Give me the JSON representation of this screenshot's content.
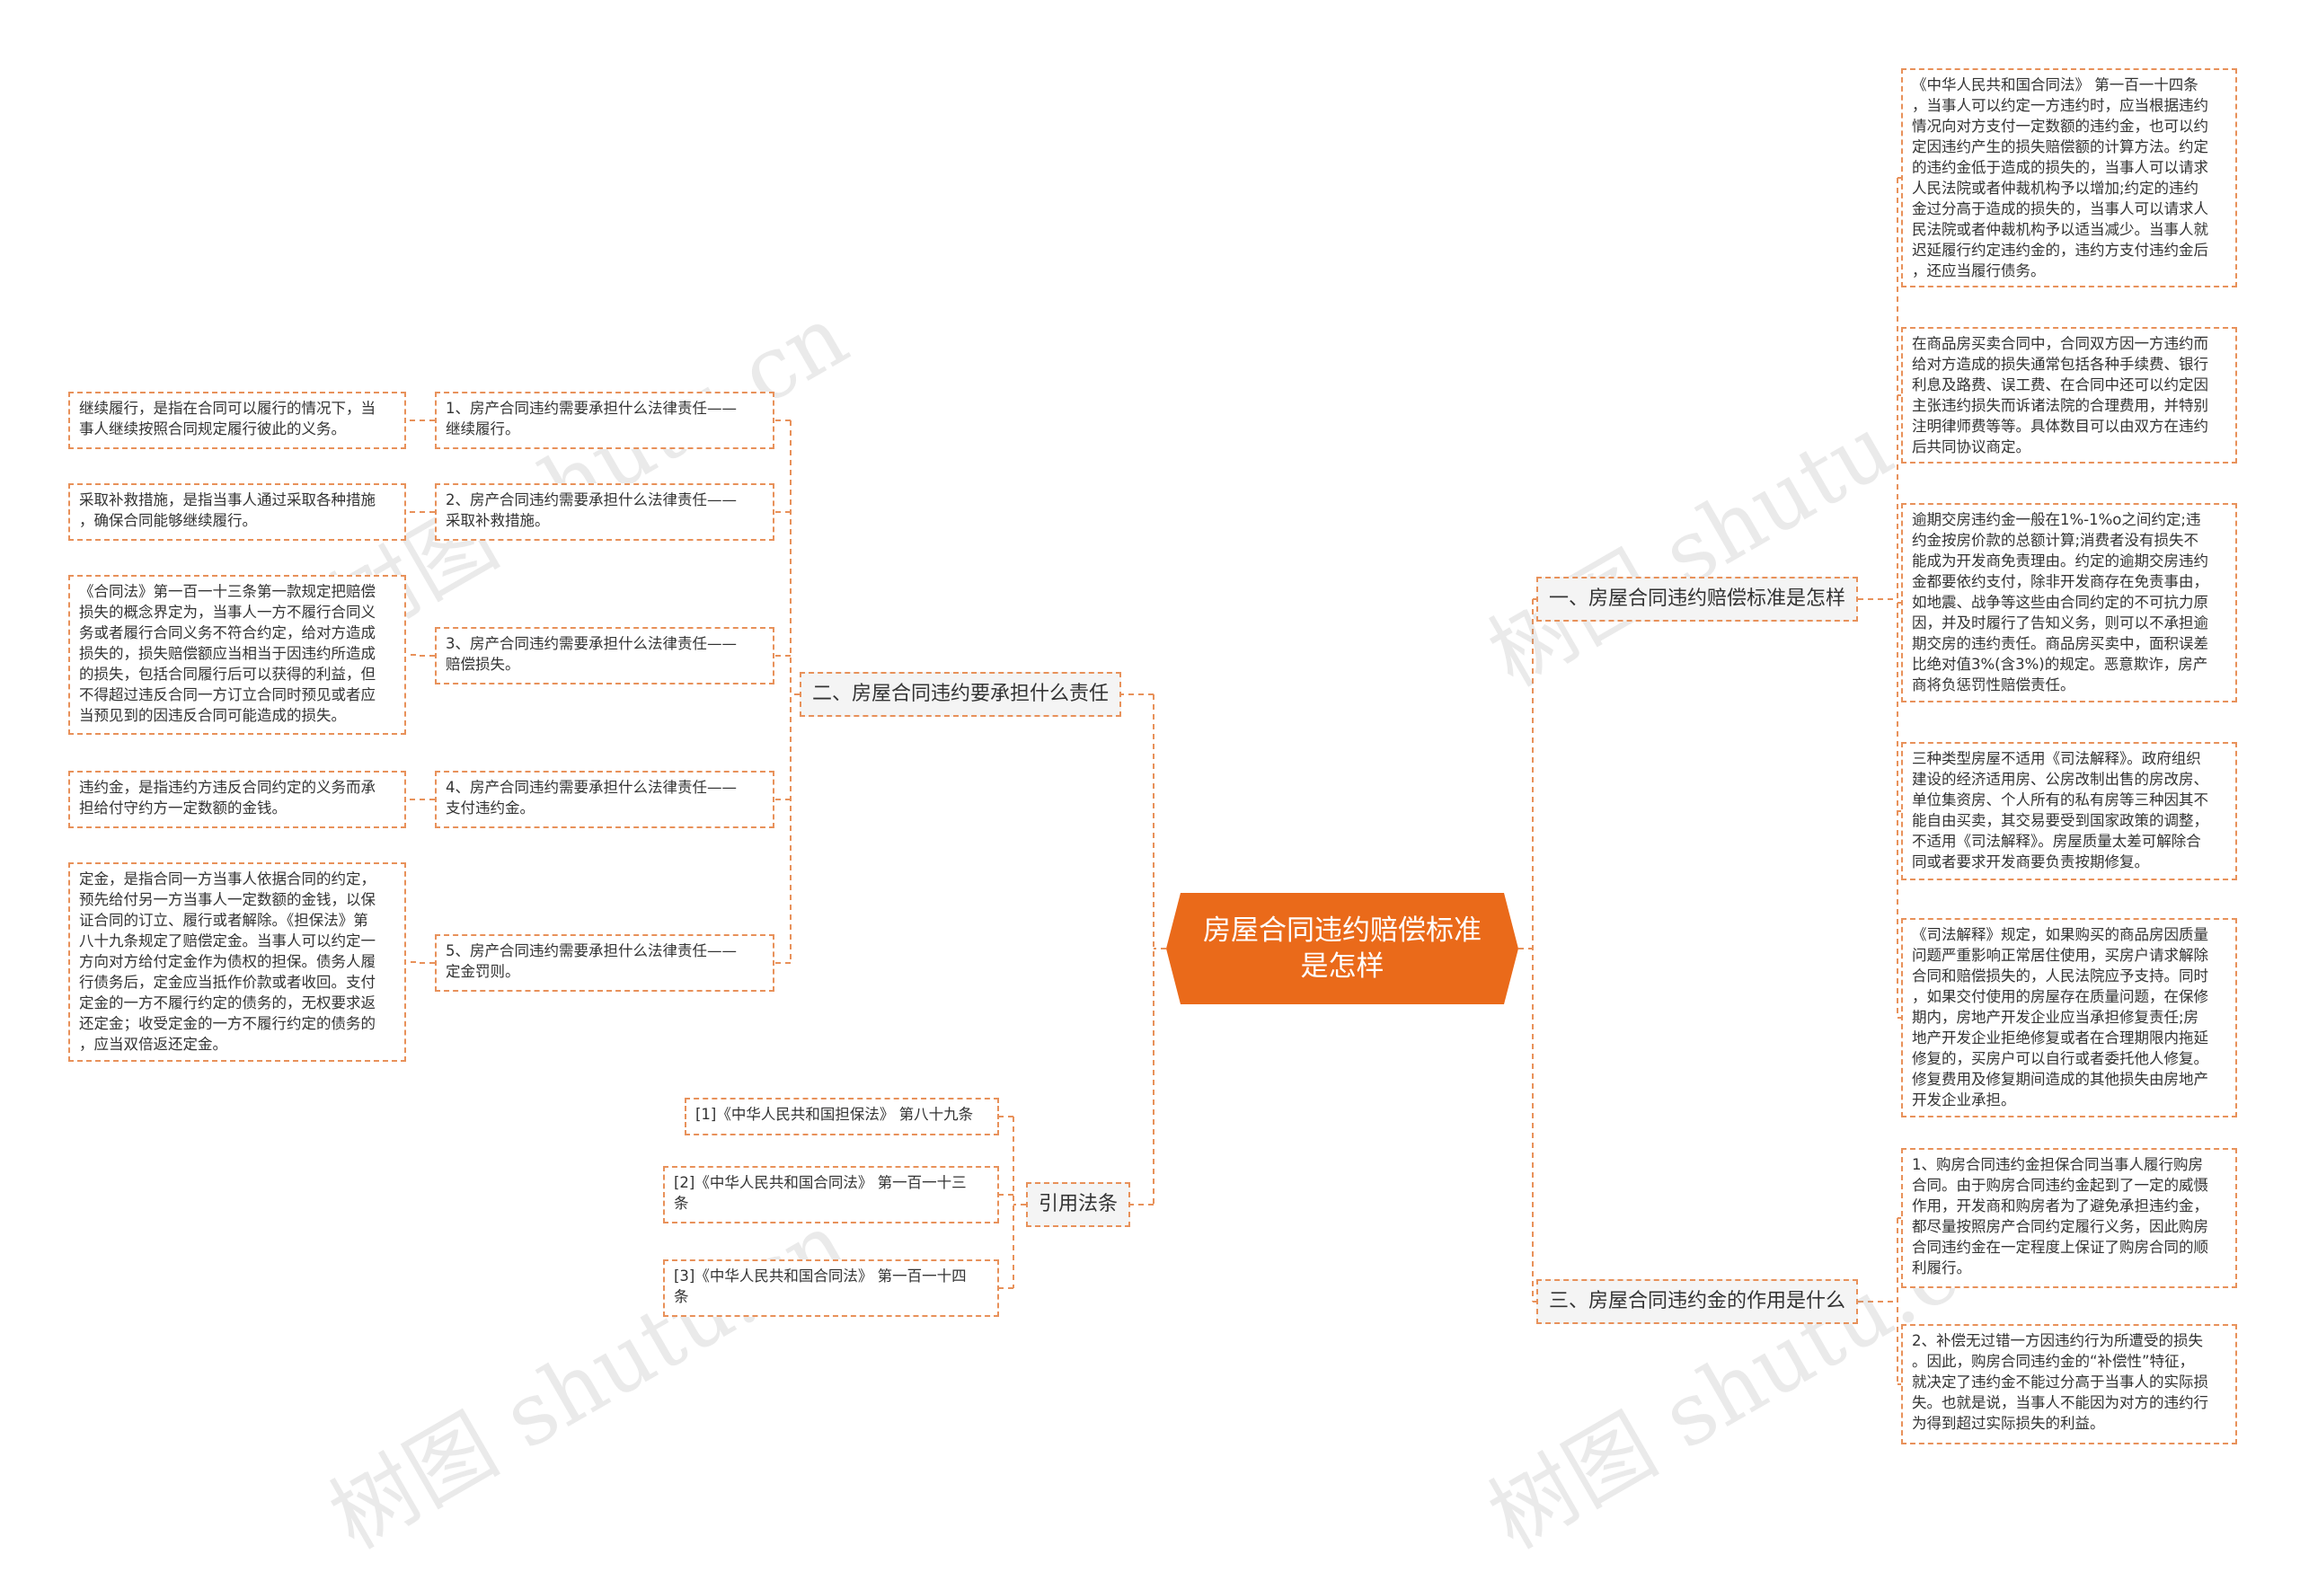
{
  "root": {
    "title": "房屋合同违约赔偿标准是怎样"
  },
  "watermark": "树图 shutu.cn",
  "branches": {
    "b1": {
      "label": "一、房屋合同违约赔偿标准是怎样"
    },
    "b2": {
      "label": "二、房屋合同违约要承担什么责任"
    },
    "b3": {
      "label": "三、房屋合同违约金的作用是什么"
    },
    "b4": {
      "label": "引用法条"
    }
  },
  "b1_leaves": [
    "《中华人民共和国合同法》 第一百一十四条\n，当事人可以约定一方违约时，应当根据违约\n情况向对方支付一定数额的违约金，也可以约\n定因违约产生的损失赔偿额的计算方法。约定\n的违约金低于造成的损失的，当事人可以请求\n人民法院或者仲裁机构予以增加;约定的违约\n金过分高于造成的损失的，当事人可以请求人\n民法院或者仲裁机构予以适当减少。当事人就\n迟延履行约定违约金的，违约方支付违约金后\n，还应当履行债务。",
    "在商品房买卖合同中，合同双方因一方违约而\n给对方造成的损失通常包括各种手续费、银行\n利息及路费、误工费、在合同中还可以约定因\n主张违约损失而诉诸法院的合理费用，并特别\n注明律师费等等。具体数目可以由双方在违约\n后共同协议商定。",
    "逾期交房违约金一般在1%-1%o之间约定;违\n约金按房价款的总额计算;消费者没有损失不\n能成为开发商免责理由。约定的逾期交房违约\n金都要依约支付，除非开发商存在免责事由，\n如地震、战争等这些由合同约定的不可抗力原\n因，并及时履行了告知义务，则可以不承担逾\n期交房的违约责任。商品房买卖中，面积误差\n比绝对值3%(含3%)的规定。恶意欺诈，房产\n商将负惩罚性赔偿责任。",
    "三种类型房屋不适用《司法解释》。政府组织\n建设的经济适用房、公房改制出售的房改房、\n单位集资房、个人所有的私有房等三种因其不\n能自由买卖，其交易要受到国家政策的调整，\n不适用《司法解释》。房屋质量太差可解除合\n同或者要求开发商要负责按期修复。",
    "《司法解释》规定，如果购买的商品房因质量\n问题严重影响正常居住使用，买房户请求解除\n合同和赔偿损失的，人民法院应予支持。同时\n，如果交付使用的房屋存在质量问题，在保修\n期内，房地产开发企业应当承担修复责任;房\n地产开发企业拒绝修复或者在合理期限内拖延\n修复的，买房户可以自行或者委托他人修复。\n修复费用及修复期间造成的其他损失由房地产\n开发企业承担。"
  ],
  "b3_leaves": [
    "1、购房合同违约金担保合同当事人履行购房\n合同。由于购房合同违约金起到了一定的威慑\n作用，开发商和购房者为了避免承担违约金，\n都尽量按照房产合同约定履行义务，因此购房\n合同违约金在一定程度上保证了购房合同的顺\n利履行。",
    "2、补偿无过错一方因违约行为所遭受的损失\n。因此，购房合同违约金的“补偿性”特征，\n就决定了违约金不能过分高于当事人的实际损\n失。也就是说，当事人不能因为对方的违约行\n为得到超过实际损失的利益。"
  ],
  "b2_items": [
    "1、房产合同违约需要承担什么法律责任——\n继续履行。",
    "2、房产合同违约需要承担什么法律责任——\n采取补救措施。",
    "3、房产合同违约需要承担什么法律责任——\n赔偿损失。",
    "4、房产合同违约需要承担什么法律责任——\n支付违约金。",
    "5、房产合同违约需要承担什么法律责任——\n定金罚则。"
  ],
  "b2_details": [
    "继续履行，是指在合同可以履行的情况下，当\n事人继续按照合同规定履行彼此的义务。",
    "采取补救措施，是指当事人通过采取各种措施\n，确保合同能够继续履行。",
    "《合同法》第一百一十三条第一款规定把赔偿\n损失的概念界定为，当事人一方不履行合同义\n务或者履行合同义务不符合约定，给对方造成\n损失的，损失赔偿额应当相当于因违约所造成\n的损失，包括合同履行后可以获得的利益，但\n不得超过违反合同一方订立合同时预见或者应\n当预见到的因违反合同可能造成的损失。",
    "违约金，是指违约方违反合同约定的义务而承\n担给付守约方一定数额的金钱。",
    "定金，是指合同一方当事人依据合同的约定，\n预先给付另一方当事人一定数额的金钱，以保\n证合同的订立、履行或者解除。《担保法》第\n八十九条规定了赔偿定金。当事人可以约定一\n方向对方给付定金作为债权的担保。债务人履\n行债务后，定金应当抵作价款或者收回。支付\n定金的一方不履行约定的债务的，无权要求返\n还定金；收受定金的一方不履行约定的债务的\n，应当双倍返还定金。"
  ],
  "b4_items": [
    "[1]《中华人民共和国担保法》 第八十九条",
    "[2]《中华人民共和国合同法》 第一百一十三\n条",
    "[3]《中华人民共和国合同法》 第一百一十四\n条"
  ]
}
